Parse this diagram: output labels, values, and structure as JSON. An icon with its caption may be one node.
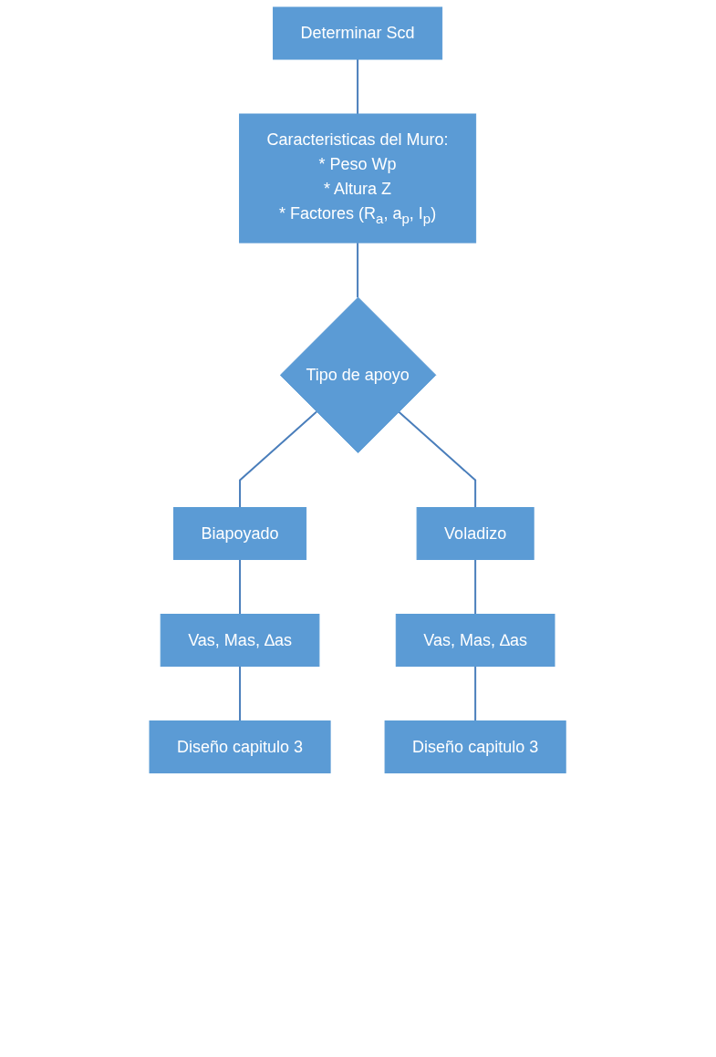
{
  "diagram": {
    "nodes": [
      {
        "text": [
          "Determinar Scd"
        ]
      },
      {
        "text": [
          "Caracteristicas del Muro:",
          "* Peso Wp",
          "* Altura Z",
          "* Factores (R$_{a}$, a$_{p}$, I$_{p}$)"
        ]
      },
      {
        "text": [
          "Tipo de apoyo"
        ]
      },
      {
        "text": [
          "Biapoyado"
        ]
      },
      {
        "text": [
          "Voladizo"
        ]
      },
      {
        "text": [
          "Vas, Mas, ∆as"
        ]
      },
      {
        "text": [
          "Vas, Mas, ∆as"
        ]
      },
      {
        "text": [
          "Diseño capitulo 3"
        ]
      },
      {
        "text": [
          "Diseño capitulo 3"
        ]
      }
    ],
    "edges": [
      {
        "from": 0,
        "to": 1,
        "arrow": "none"
      },
      {
        "from": 1,
        "to": 2,
        "arrow": "none"
      },
      {
        "from": 2,
        "to": 3,
        "arrow": "none"
      },
      {
        "from": 2,
        "to": 4,
        "arrow": "none"
      },
      {
        "from": 3,
        "to": 5,
        "arrow": "none"
      },
      {
        "from": 4,
        "to": 6,
        "arrow": "none"
      },
      {
        "from": 5,
        "to": 7,
        "arrow": "none"
      },
      {
        "from": 6,
        "to": 8,
        "arrow": "none"
      }
    ]
  }
}
